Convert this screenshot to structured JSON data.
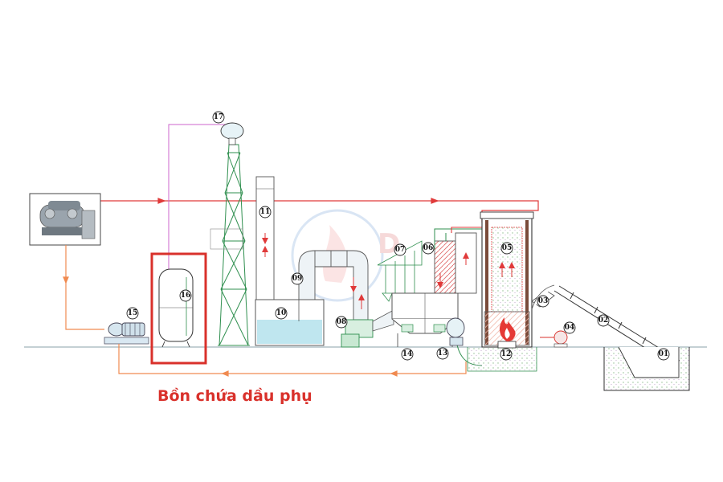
{
  "caption": "Bồn chứa dầu phụ",
  "colors": {
    "highlight": "#d9312b",
    "flow_red": "#e03a3a",
    "flow_orange": "#f08a50",
    "flow_pink": "#cc66cc",
    "equipment_green": "#2f8f4f",
    "water": "#bfe6ef",
    "brick": "#e8a79a",
    "fire": "#e53935"
  },
  "icons": [
    "flame-icon",
    "flow-arrow-icon",
    "watermark-logo"
  ],
  "labels": {
    "n01": "01",
    "n02": "02",
    "n03": "03",
    "n04": "04",
    "n05": "05",
    "n06": "06",
    "n07": "07",
    "n08": "08",
    "n09": "09",
    "n10": "10",
    "n11": "11",
    "n12": "12",
    "n13": "13",
    "n14": "14",
    "n15": "15",
    "n16": "16",
    "n17": "17"
  }
}
